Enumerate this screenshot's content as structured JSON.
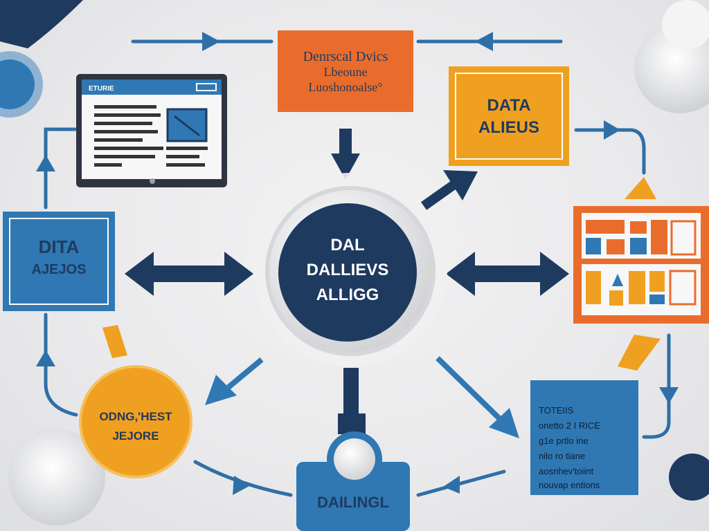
{
  "colors": {
    "navy": "#1f3a5f",
    "blue": "#2f78b3",
    "orange": "#ea6c2c",
    "amber": "#f0a020",
    "light_gray": "#e9e9eb",
    "white": "#ffffff"
  },
  "nodes": {
    "top_banner": {
      "lines": [
        "Denrscal Dvics",
        "Lbeoune",
        "Luoshonoalse°"
      ]
    },
    "data_alieus": {
      "lines": [
        "DATA",
        "ALIEUS"
      ]
    },
    "left_data": {
      "lines": [
        "DITA",
        "AJEJOS"
      ]
    },
    "center": {
      "lines": [
        "DAL",
        "DALLIEVS",
        "ALLIGG"
      ]
    },
    "bottom_left_circle": {
      "lines": [
        "ODNG,'HEST",
        "JEJORE"
      ]
    },
    "bottom_center": {
      "label": "DAILINGL"
    },
    "info_box": {
      "lines": [
        "TOTEIIS",
        "onetto 2  I RICE",
        "g1e prtlo ine",
        "nilo ro tiane",
        "aosnhev'toiint",
        "nouvap entions"
      ]
    },
    "browser_window": {
      "tab_label": "ETURIE"
    }
  },
  "icons": {
    "browser": "browser-window-icon",
    "dashboard": "dashboard-grid-icon",
    "database": "database-icon",
    "arrow": "arrow-icon",
    "bidirectional": "double-arrow-icon"
  }
}
